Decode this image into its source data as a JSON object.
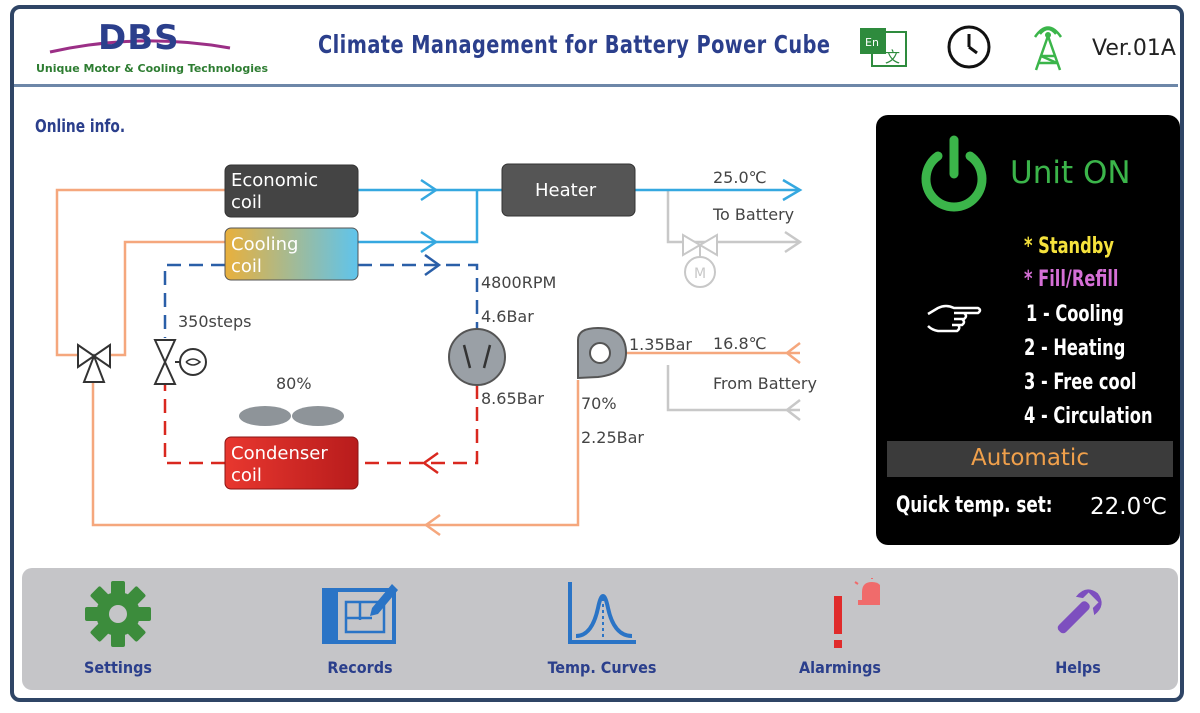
{
  "header": {
    "logo_text": "DBS",
    "logo_subtitle": "Unique Motor & Cooling Technologies",
    "title": "Climate Management for Battery Power Cube",
    "version": "Ver.01A",
    "lang_icon_text": "En",
    "lang_icon_cn": "文"
  },
  "section_title": "Online info.",
  "diagram": {
    "economic_coil": [
      "Economic",
      "coil"
    ],
    "cooling_coil": [
      "Cooling",
      "coil"
    ],
    "condenser_coil": [
      "Condenser",
      "coil"
    ],
    "heater": "Heater",
    "supply_temp": "25.0℃",
    "to_battery": "To Battery",
    "return_temp": "16.8℃",
    "from_battery": "From Battery",
    "valve_steps": "350steps",
    "fan_speed": "80%",
    "compressor_rpm": "4800RPM",
    "suction_pressure": "4.6Bar",
    "discharge_pressure": "8.65Bar",
    "pump_pressure": "1.35Bar",
    "pump_speed": "70%",
    "pump_outlet_pressure": "2.25Bar"
  },
  "panel": {
    "status": "Unit ON",
    "modes": [
      {
        "label": "* Standby",
        "color": "#f5e23c"
      },
      {
        "label": "* Fill/Refill",
        "color": "#d56fd6"
      },
      {
        "label": "1 - Cooling",
        "color": "#ffffff"
      },
      {
        "label": "2 - Heating",
        "color": "#ffffff"
      },
      {
        "label": "3 - Free cool",
        "color": "#ffffff"
      },
      {
        "label": "4 - Circulation",
        "color": "#ffffff"
      }
    ],
    "mode_setting": "Automatic",
    "quick_temp_label": "Quick temp. set:",
    "quick_temp_value": "22.0℃"
  },
  "nav": [
    {
      "label": "Settings",
      "icon": "gear-icon"
    },
    {
      "label": "Records",
      "icon": "blueprint-icon"
    },
    {
      "label": "Temp. Curves",
      "icon": "curve-icon"
    },
    {
      "label": "Alarmings",
      "icon": "alarm-icon"
    },
    {
      "label": "Helps",
      "icon": "wrench-icon"
    }
  ],
  "colors": {
    "accent_blue": "#2b3f8c",
    "unit_on_green": "#3bb54a",
    "refrigerant_blue": "#2a5fa8",
    "refrigerant_red": "#d9281f",
    "water_orange": "#f5a77d",
    "supply_blue": "#35a8e0"
  }
}
